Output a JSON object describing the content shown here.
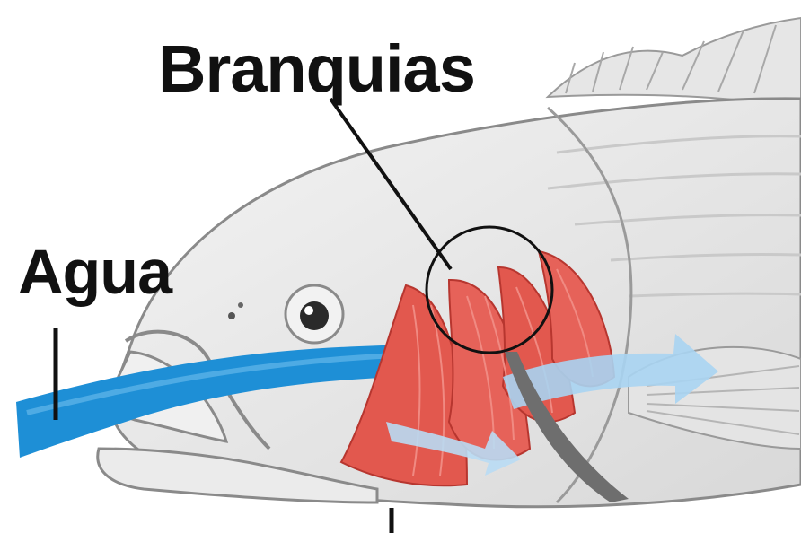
{
  "labels": {
    "gills": "Branquias",
    "water": "Agua"
  },
  "colors": {
    "water_inflow": "#1e8fd6",
    "water_outflow": "#a9d4f2",
    "gills": "#e2584e",
    "fish_body": "#ececec",
    "outline": "#8a8a8a",
    "leader_line": "#111111",
    "operculum_flap": "#6e6e6e"
  },
  "icons": {
    "fish": "fish-illustration",
    "eye": "fish-eye",
    "gills": "gill-arches",
    "water_in": "water-inflow-arrow",
    "water_out": "water-outflow-arrow",
    "highlight": "gill-callout-circle"
  }
}
